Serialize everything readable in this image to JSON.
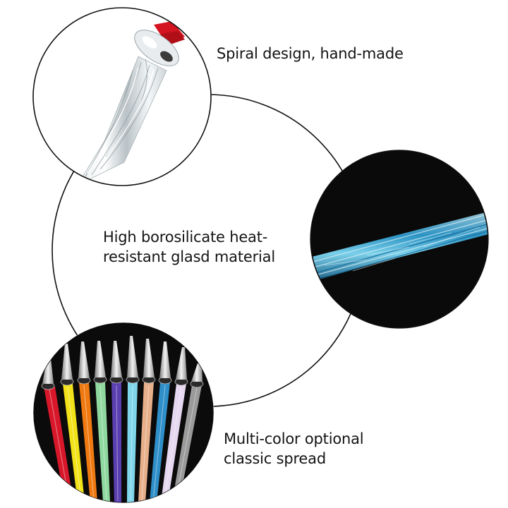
{
  "captions": {
    "top": {
      "lines": [
        "Spiral design, hand-made"
      ]
    },
    "middle": {
      "lines": [
        "High borosilicate heat-",
        "resistant glasd material"
      ]
    },
    "bottom": {
      "lines": [
        "Multi-color optional",
        "classic spread"
      ]
    }
  },
  "photos": [
    {
      "id": "spiral-tip-closeup",
      "description": "Clear spiral glass pen nib with red collar on white background"
    },
    {
      "id": "blue-twisted-glass-rod",
      "description": "Blue twisted glass pen barrel on black background"
    },
    {
      "id": "multicolor-pen-set",
      "description": "Fan of glass dip pens in multiple colors on black background",
      "pen_colors": [
        "#d8182a",
        "#f2e21a",
        "#f07a12",
        "#8fd9a0",
        "#5a3fb0",
        "#7fd6ea",
        "#e8b08a",
        "#2f8fc8",
        "#e6d8f0",
        "#c9c9c9"
      ]
    }
  ],
  "colors": {
    "outline": "#111111",
    "dark_bg": "#0a0a0a",
    "accent_red": "#d41420",
    "glass_blue": "#3aa8d8"
  }
}
